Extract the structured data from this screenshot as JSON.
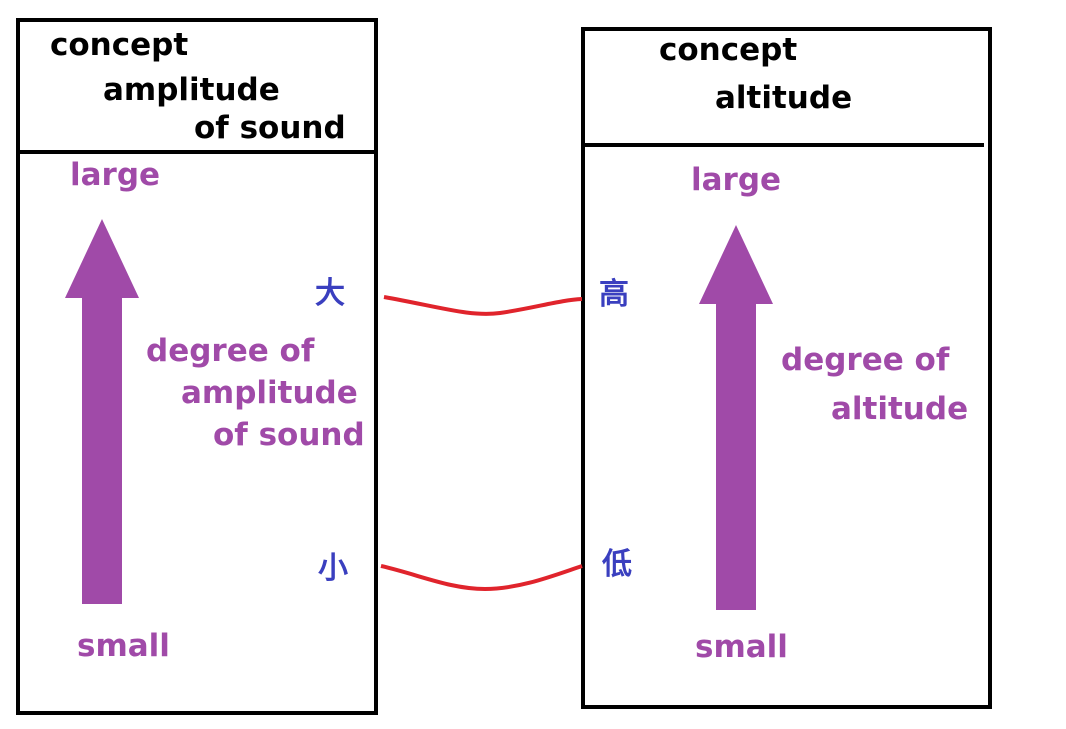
{
  "colors": {
    "frame": "#000000",
    "arrow": "#a04aa8",
    "label": "#a04aa8",
    "kanji": "#3a3fbf",
    "connector": "#e0242c"
  },
  "left": {
    "header": [
      "concept",
      "amplitude",
      "of sound"
    ],
    "top_label": "large",
    "bottom_label": "small",
    "degree_label": [
      "degree of",
      "amplitude",
      "of sound"
    ],
    "high_mark": "大",
    "low_mark": "小"
  },
  "right": {
    "header": [
      "concept",
      "altitude"
    ],
    "top_label": "large",
    "bottom_label": "small",
    "degree_label": [
      "degree of",
      "altitude"
    ],
    "high_mark": "高",
    "low_mark": "低"
  }
}
